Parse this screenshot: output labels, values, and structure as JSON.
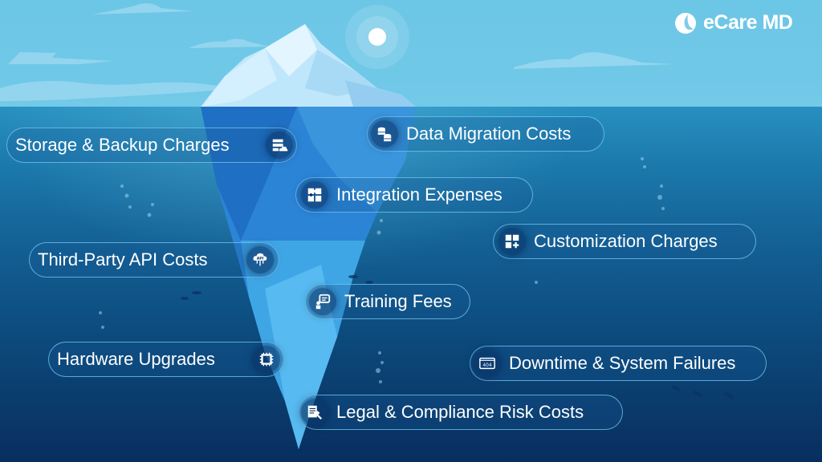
{
  "brand": {
    "name": "eCare MD",
    "logo_icon": "drop-moon-icon"
  },
  "colors": {
    "sky": "#72c9e8",
    "sea_top": "#2790c0",
    "sea_bottom": "#082e5e",
    "pill_border": "#78c8f0",
    "text": "#ffffff"
  },
  "visible_tip": {
    "label": "iceberg-above-water"
  },
  "hidden_costs": [
    {
      "label": "Storage & Backup Charges",
      "icon": "server-cloud-icon"
    },
    {
      "label": "Data Migration Costs",
      "icon": "database-transfer-icon"
    },
    {
      "label": "Integration Expenses",
      "icon": "puzzle-icon"
    },
    {
      "label": "Customization Charges",
      "icon": "grid-plus-icon"
    },
    {
      "label": "Third-Party API Costs",
      "icon": "api-cloud-icon"
    },
    {
      "label": "Training Fees",
      "icon": "presenter-icon"
    },
    {
      "label": "Hardware Upgrades",
      "icon": "chip-icon"
    },
    {
      "label": "Downtime & System Failures",
      "icon": "error-404-icon"
    },
    {
      "label": "Legal & Compliance Risk Costs",
      "icon": "gavel-document-icon"
    }
  ]
}
